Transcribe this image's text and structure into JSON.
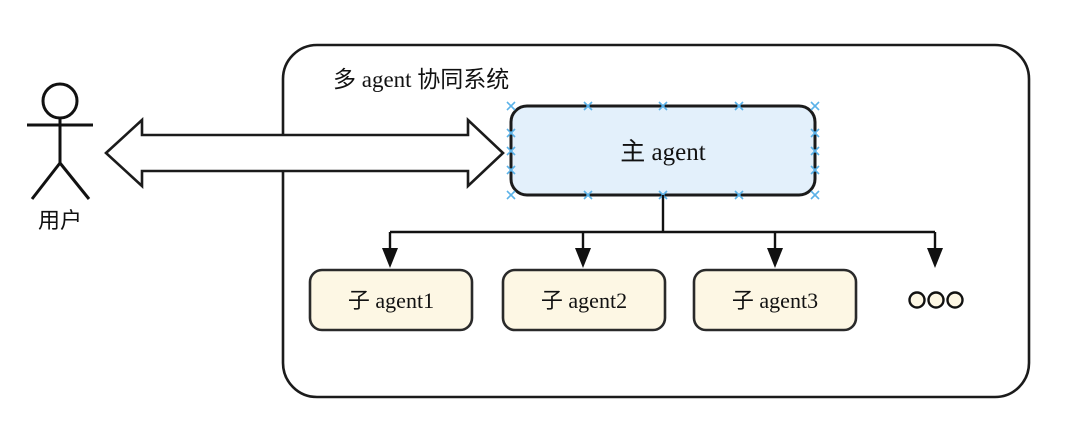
{
  "diagram": {
    "title": "多 agent 协同系统",
    "actor": {
      "label": "用户",
      "icon": "stick-figure-user-icon"
    },
    "connection": {
      "kind": "bidirectional-block-arrow",
      "label": ""
    },
    "main_agent": {
      "label": "主 agent",
      "fill": "#e3f0fb",
      "stroke": "#1b1b1b",
      "selected": true,
      "selection_handle_color": "#5bb2e8"
    },
    "sub_agents": [
      {
        "label": "子 agent1",
        "fill": "#fdf7e4",
        "stroke": "#2a2a2a"
      },
      {
        "label": "子 agent2",
        "fill": "#fdf7e4",
        "stroke": "#2a2a2a"
      },
      {
        "label": "子 agent3",
        "fill": "#fdf7e4",
        "stroke": "#2a2a2a"
      }
    ],
    "more_indicator": {
      "name": "ellipsis-circles",
      "count": 3,
      "fill": "#fdf7e4",
      "stroke": "#111111"
    },
    "container": {
      "stroke": "#1b1b1b",
      "fill": "#ffffff"
    }
  }
}
